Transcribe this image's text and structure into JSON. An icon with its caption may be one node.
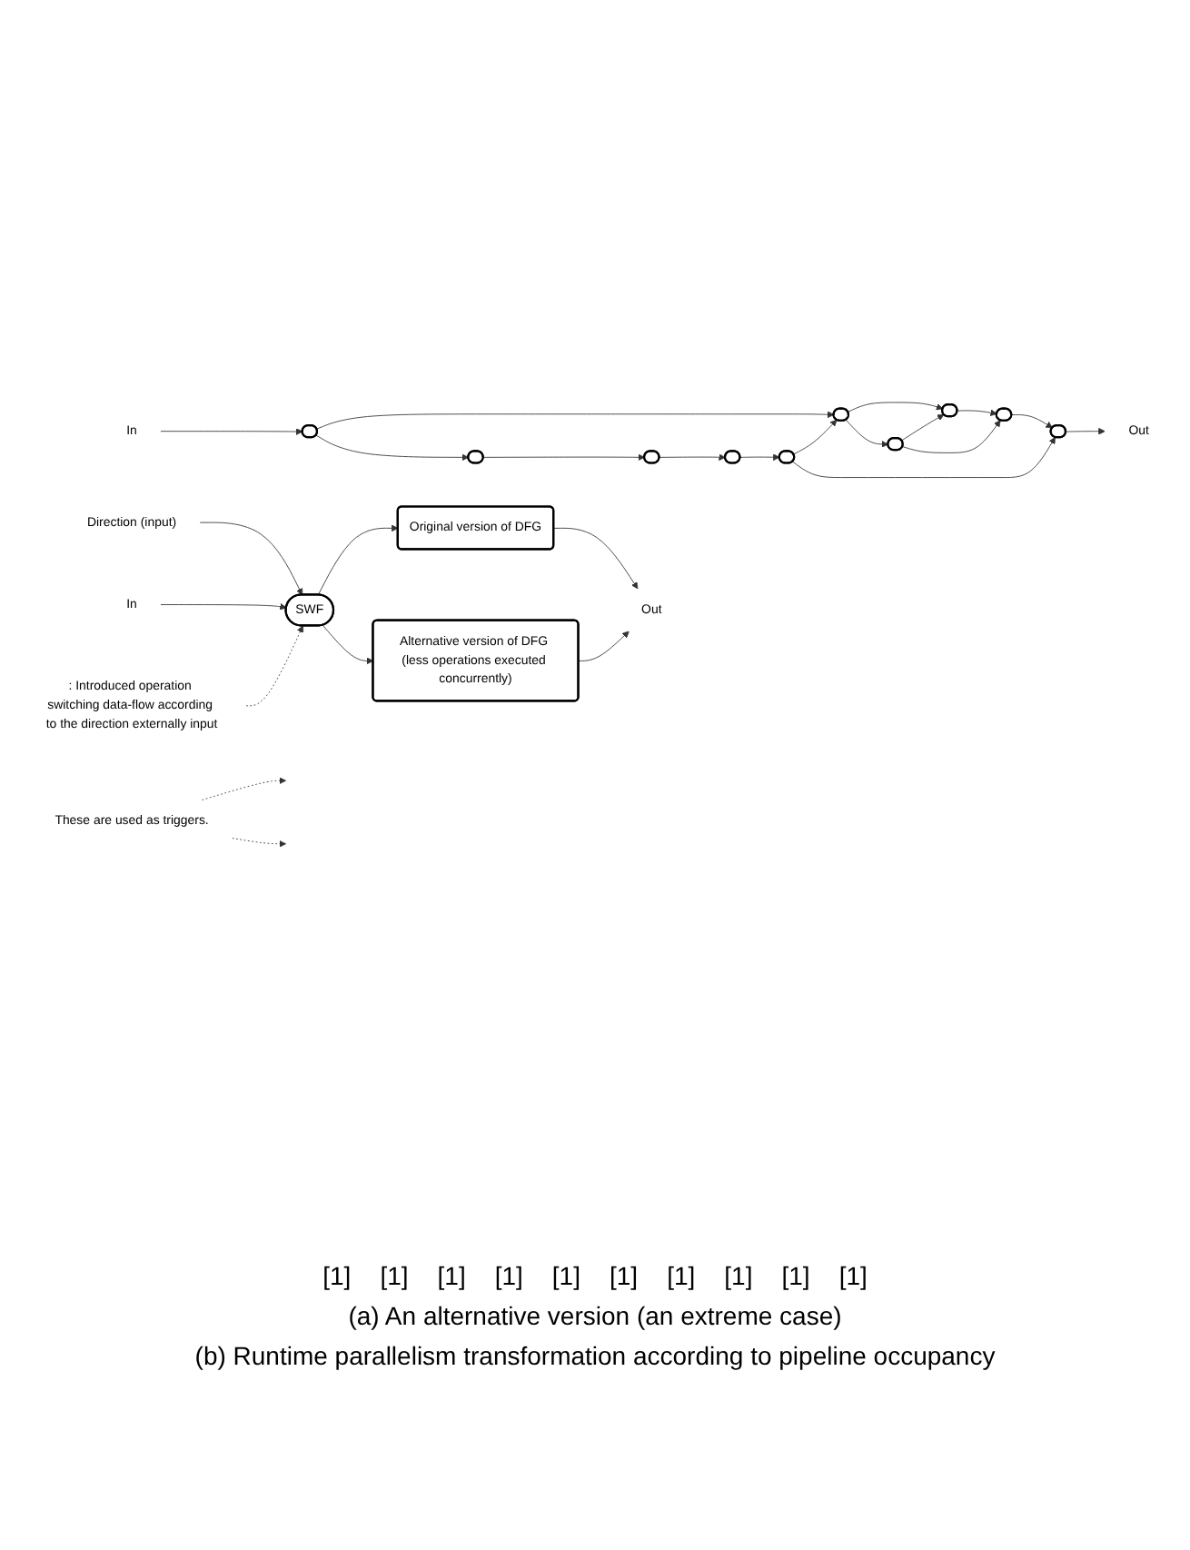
{
  "diagram": {
    "nodes": [
      {
        "text": [
          "These are used as triggers."
        ]
      },
      {
        "text": [
          "In"
        ]
      },
      {
        "text": [],
        "shape": "pill"
      },
      {
        "text": [],
        "shape": "pill"
      },
      {
        "text": [],
        "shape": "pill"
      },
      {
        "text": [],
        "shape": "pill"
      },
      {
        "text": [],
        "shape": "pill"
      },
      {
        "text": [],
        "shape": "pill"
      },
      {
        "text": [],
        "shape": "pill"
      },
      {
        "text": [],
        "shape": "pill"
      },
      {
        "text": [],
        "shape": "pill"
      },
      {
        "text": [],
        "shape": "pill"
      },
      {
        "text": [
          "Out"
        ]
      },
      {
        "text": [
          "Direction (input)"
        ]
      },
      {
        "text": [
          "In"
        ]
      },
      {
        "text": [
          "SWF"
        ]
      },
      {
        "text": [
          "Original version of DFG"
        ]
      },
      {
        "text": [
          "Alternative version of DFG (less operations executed concurrently)"
        ]
      },
      {
        "text": [
          "Out"
        ]
      },
      {
        "text": [
          ": Introduced operation switching data-flow according to the direction externally input"
        ]
      }
    ],
    "edges": [
      {
        "from": 1,
        "to": 2,
        "arrow": "to"
      },
      {
        "from": 2,
        "to": 7,
        "arrow": "to"
      },
      {
        "from": 2,
        "to": 3,
        "arrow": "to"
      },
      {
        "from": 3,
        "to": 4,
        "arrow": "to"
      },
      {
        "from": 4,
        "to": 5,
        "arrow": "to"
      },
      {
        "from": 5,
        "to": 6,
        "arrow": "to"
      },
      {
        "from": 6,
        "to": 7,
        "arrow": "to"
      },
      {
        "from": 6,
        "to": 11,
        "arrow": "to"
      },
      {
        "from": 7,
        "to": 9,
        "arrow": "to"
      },
      {
        "from": 7,
        "to": 8,
        "arrow": "to"
      },
      {
        "from": 8,
        "to": 9,
        "arrow": "to"
      },
      {
        "from": 8,
        "to": 10,
        "arrow": "to"
      },
      {
        "from": 9,
        "to": 10,
        "arrow": "to"
      },
      {
        "from": 10,
        "to": 11,
        "arrow": "to"
      },
      {
        "from": 11,
        "to": 12,
        "arrow": "to"
      },
      {
        "from": 0,
        "to": null,
        "arrow": "to",
        "style": "dashed"
      },
      {
        "from": 0,
        "to": null,
        "arrow": "to",
        "style": "dashed"
      },
      {
        "from": 13,
        "to": 15,
        "arrow": "to"
      },
      {
        "from": 14,
        "to": 15,
        "arrow": "to"
      },
      {
        "from": 15,
        "to": 16,
        "arrow": "to"
      },
      {
        "from": 15,
        "to": 17,
        "arrow": "to"
      },
      {
        "from": 16,
        "to": 18,
        "arrow": "to"
      },
      {
        "from": 17,
        "to": 18,
        "arrow": "to"
      },
      {
        "from": 19,
        "to": 15,
        "arrow": "to",
        "style": "dashed"
      }
    ],
    "labels": [
      "[1]",
      "[1]",
      "[1]",
      "[1]",
      "[1]",
      "[1]",
      "[1]",
      "[1]",
      "[1]",
      "[1]",
      "(a)  An alternative version (an extreme case)",
      "(b)  Runtime parallelism transformation according to pipeline occupancy"
    ]
  }
}
